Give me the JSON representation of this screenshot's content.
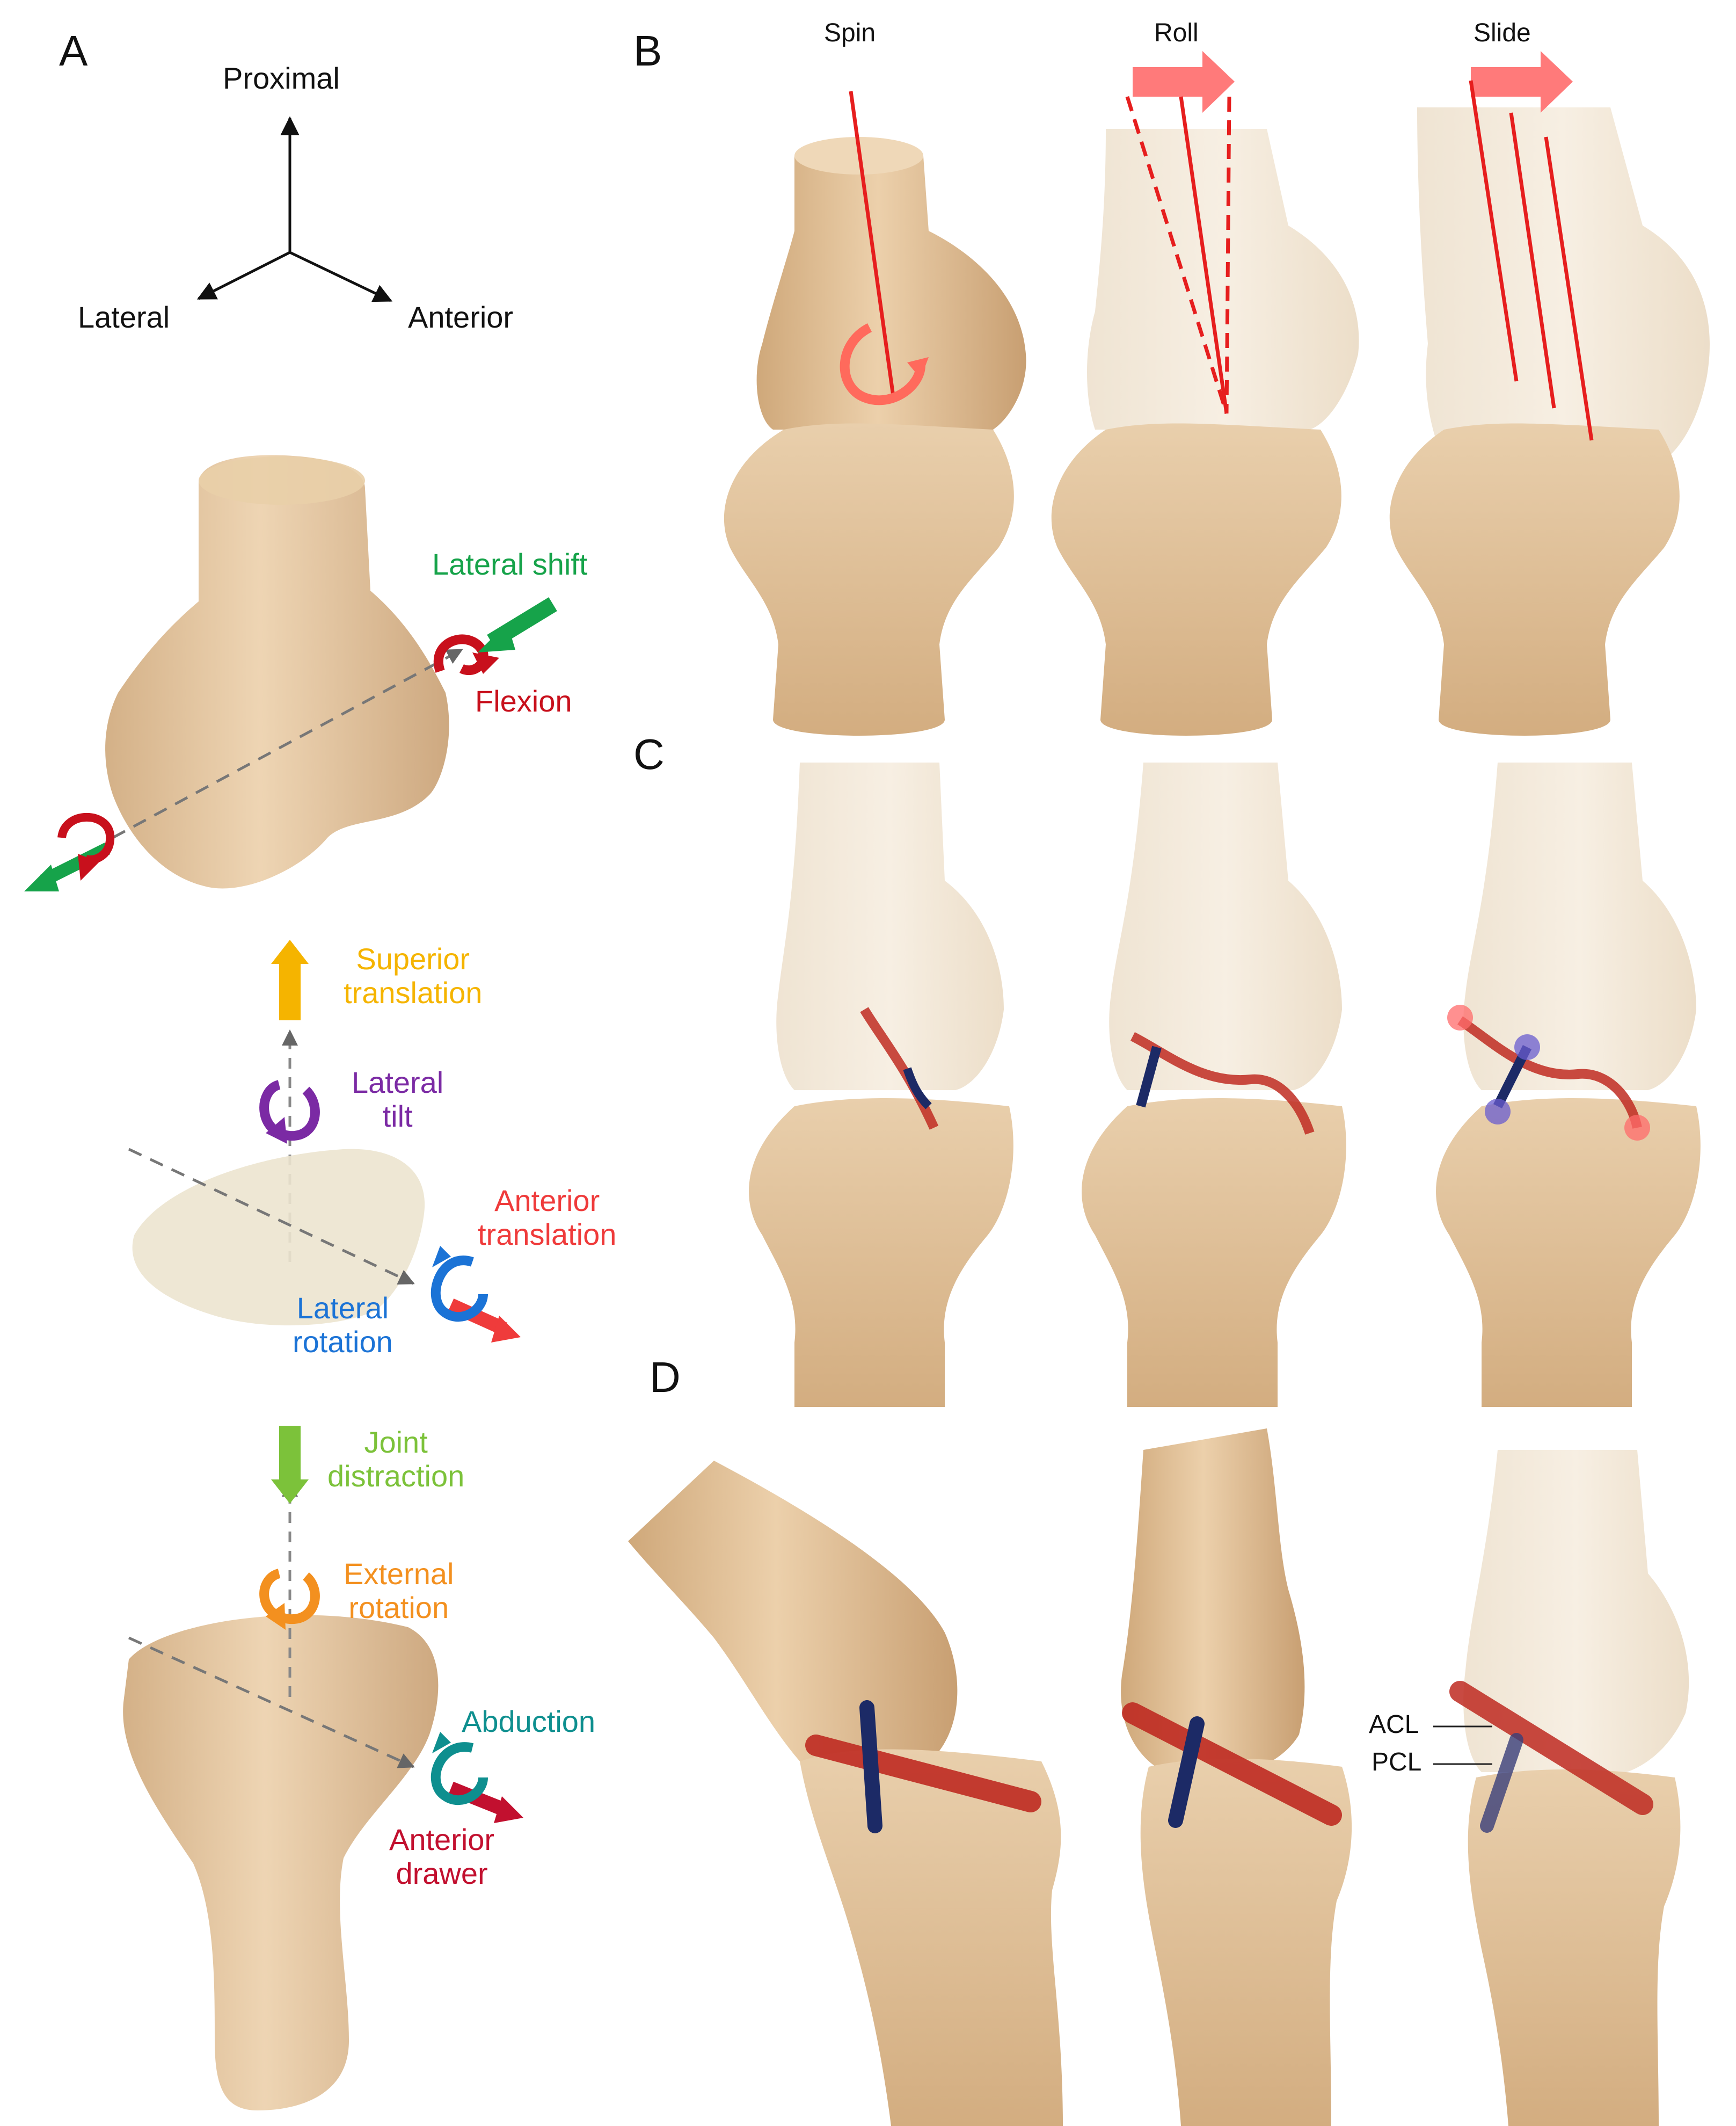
{
  "panels": {
    "a": "A",
    "b": "B",
    "c": "C",
    "d": "D"
  },
  "axes": {
    "proximal": "Proximal",
    "lateral": "Lateral",
    "anterior": "Anterior"
  },
  "femur_motions": {
    "lateral_shift": "Lateral shift",
    "flexion": "Flexion"
  },
  "patella_motions": {
    "superior_line1": "Superior",
    "superior_line2": "translation",
    "tilt_line1": "Lateral",
    "tilt_line2": "tilt",
    "anterior_line1": "Anterior",
    "anterior_line2": "translation",
    "rotation_line1": "Lateral",
    "rotation_line2": "rotation"
  },
  "tibia_motions": {
    "distraction_line1": "Joint",
    "distraction_line2": "distraction",
    "external_line1": "External",
    "external_line2": "rotation",
    "abduction": "Abduction",
    "drawer_line1": "Anterior",
    "drawer_line2": "drawer"
  },
  "rolling_titles": {
    "spin": "Spin",
    "roll": "Roll",
    "slide": "Slide"
  },
  "ligaments": {
    "acl": "ACL",
    "pcl": "PCL"
  },
  "colors": {
    "bone": "#e7c9a2",
    "bone_ghost": "#f1e3cf",
    "red": "#ea2a2a",
    "green": "#16a34a",
    "yellow": "#f5b400",
    "purple": "#7b2aa4",
    "blue": "#1b73d6",
    "lime": "#7cc23a",
    "orange": "#f3901f",
    "teal": "#0e8f8f",
    "crimson": "#c2102f",
    "navy": "#1c2a66",
    "ligament_red": "#bf2b22"
  }
}
